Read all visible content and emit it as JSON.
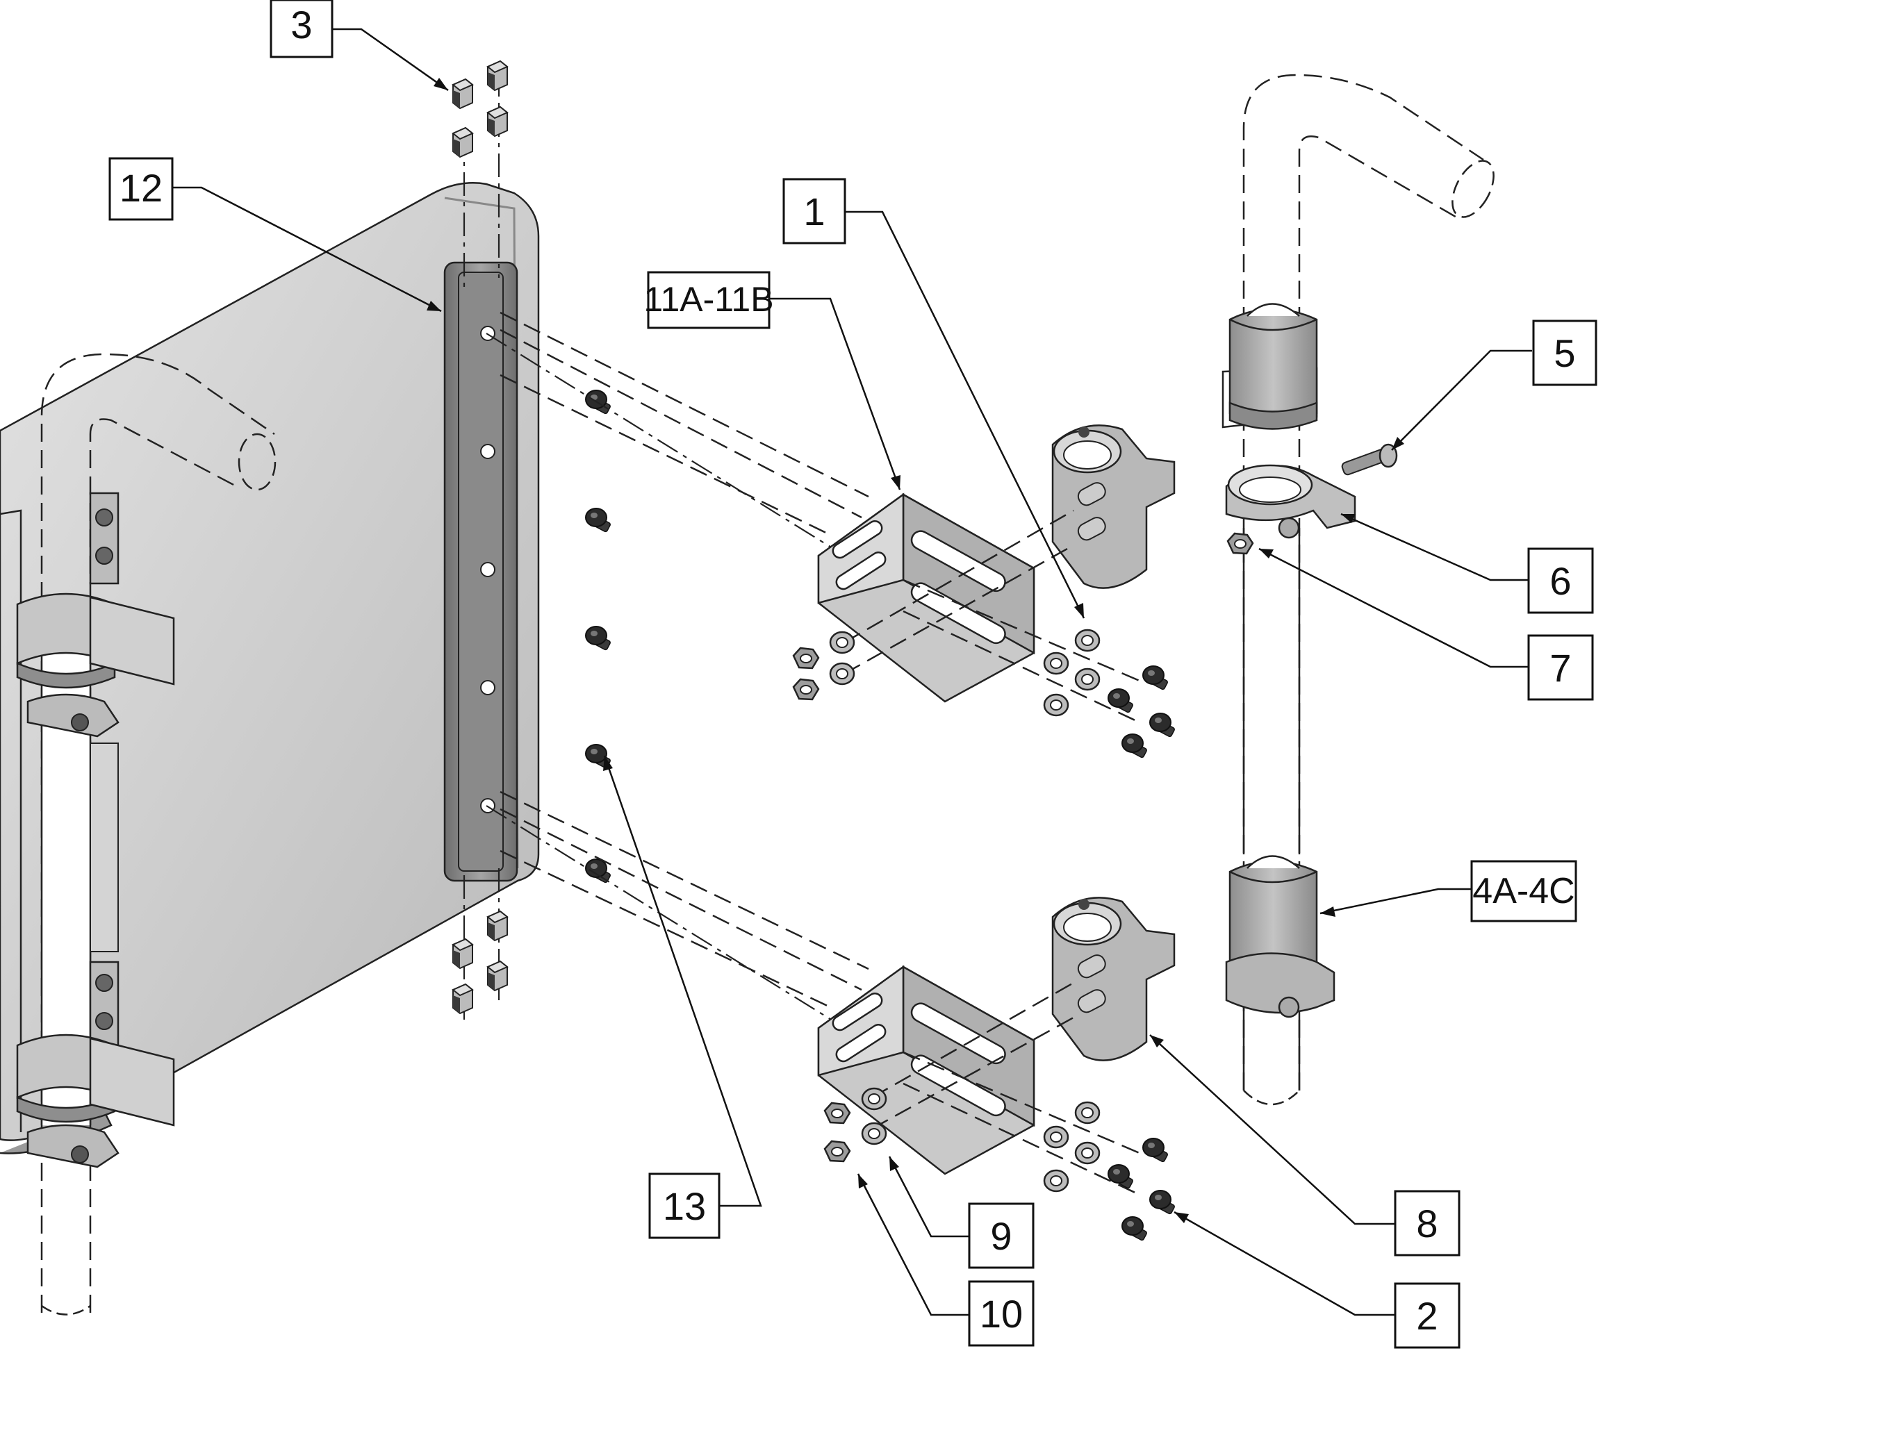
{
  "callouts": [
    {
      "id": "1",
      "label": "1"
    },
    {
      "id": "2",
      "label": "2"
    },
    {
      "id": "3",
      "label": "3"
    },
    {
      "id": "4",
      "label": "4A-4C"
    },
    {
      "id": "5",
      "label": "5"
    },
    {
      "id": "6",
      "label": "6"
    },
    {
      "id": "7",
      "label": "7"
    },
    {
      "id": "8",
      "label": "8"
    },
    {
      "id": "9",
      "label": "9"
    },
    {
      "id": "10",
      "label": "10"
    },
    {
      "id": "11",
      "label": "11A-11B"
    },
    {
      "id": "12",
      "label": "12"
    },
    {
      "id": "13",
      "label": "13"
    }
  ],
  "colors": {
    "enclosure_light": "#d6d6d6",
    "enclosure_dark": "#b4b4b4",
    "metal": "#a8a8a8",
    "metal_dark": "#7d7d7d",
    "hardware": "#2b2b2b",
    "line": "#111111"
  }
}
